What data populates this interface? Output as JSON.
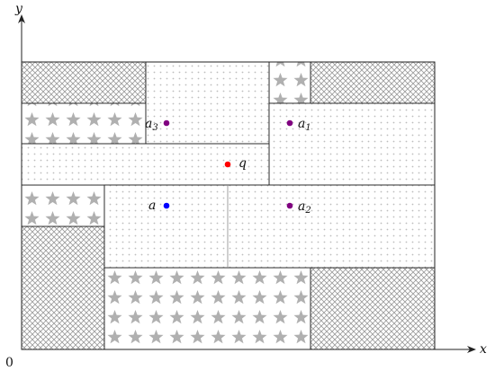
{
  "axes": {
    "x_label": "x",
    "y_label": "y",
    "origin_label": "0"
  },
  "points": [
    {
      "id": "a3",
      "base": "a",
      "sub": "3",
      "color": "#800080"
    },
    {
      "id": "a1",
      "base": "a",
      "sub": "1",
      "color": "#800080"
    },
    {
      "id": "q",
      "base": "q",
      "sub": "",
      "color": "#ff0000"
    },
    {
      "id": "a",
      "base": "a",
      "sub": "",
      "color": "#0000ff"
    },
    {
      "id": "a2",
      "base": "a",
      "sub": "2",
      "color": "#800080"
    }
  ],
  "fills": {
    "crosshatch": "crosshatch-pattern",
    "stars": "star-pattern",
    "dots": "dot-pattern"
  },
  "colors": {
    "stroke": "#222222",
    "pattern_gray": "#b0b0b0"
  }
}
